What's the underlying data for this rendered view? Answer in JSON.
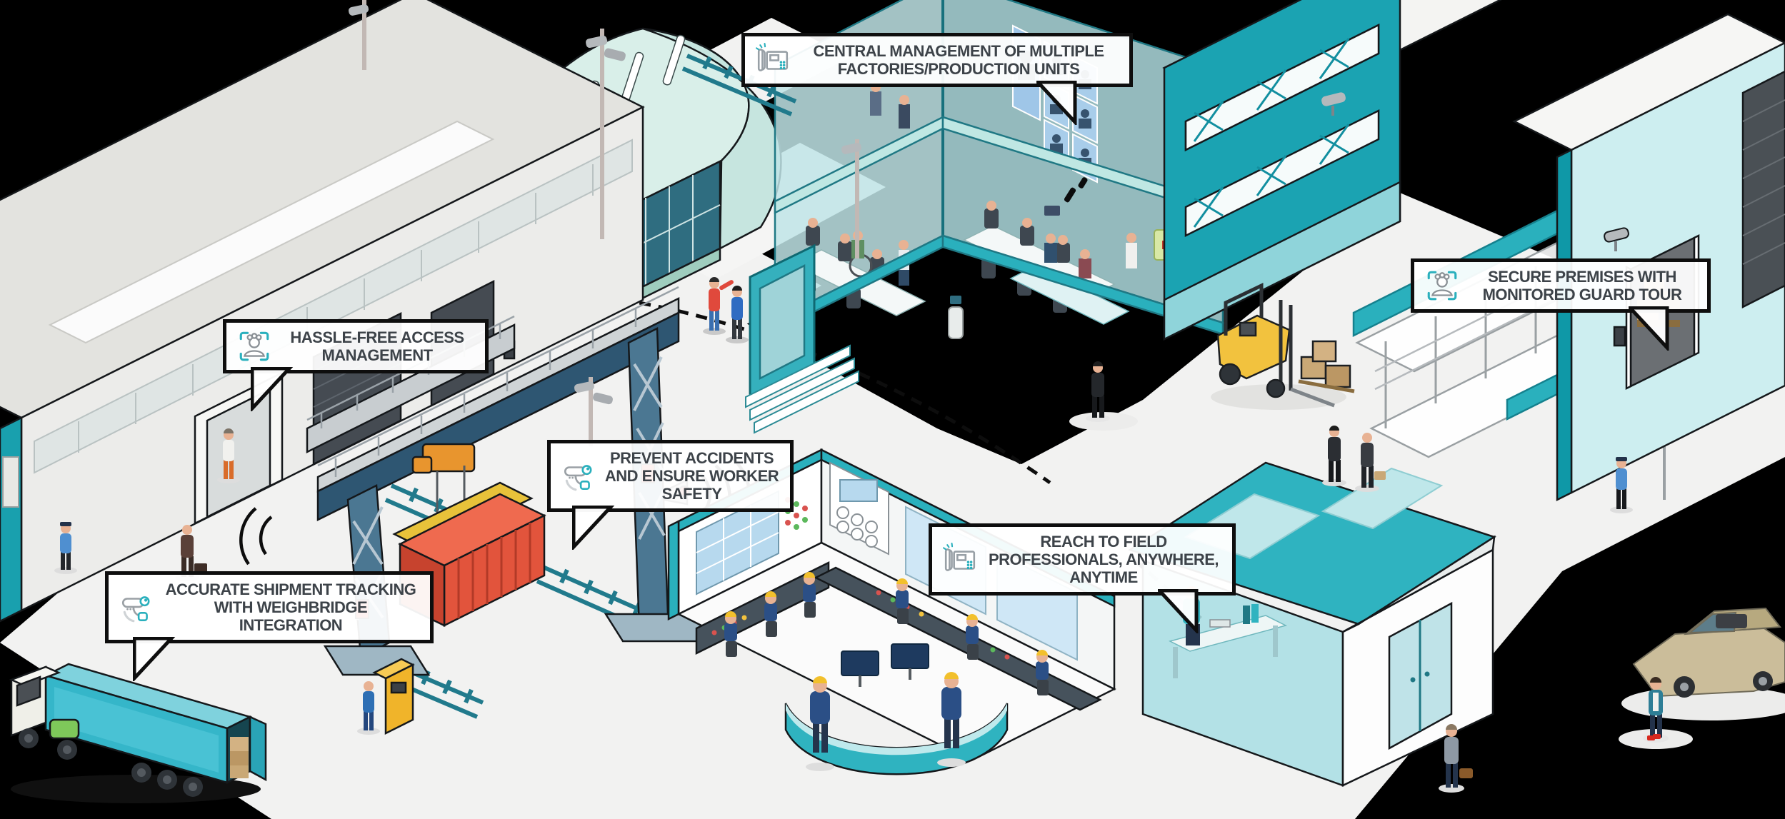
{
  "scene": {
    "background_color": "#000000",
    "ground_color": "#f2f2f1",
    "description_icons": [
      "cctv-camera-icon",
      "desk-phone-icon",
      "face-scan-icon",
      "first-aid-cross-icon",
      "loudspeaker-icon"
    ]
  },
  "palette": {
    "teal": "#2ab0bd",
    "teal_dark": "#128fa0",
    "glass_green": "#d9efe9",
    "steel_blue": "#4b7792",
    "navy_beam": "#2e5672",
    "container_red": "#e2543c",
    "safety_yellow": "#f2c23e",
    "box_brown": "#c9a876",
    "ground": "#f2f2f1",
    "black": "#000000",
    "white": "#ffffff"
  },
  "callouts": [
    {
      "id": "central-management",
      "icon": "desk-phone-icon",
      "text": "CENTRAL MANAGEMENT OF MULTIPLE FACTORIES/PRODUCTION UNITS"
    },
    {
      "id": "secure-premises",
      "icon": "face-scan-icon",
      "text": "SECURE PREMISES WITH MONITORED GUARD TOUR"
    },
    {
      "id": "hassle-free-access",
      "icon": "face-scan-icon",
      "text": "HASSLE-FREE ACCESS MANAGEMENT"
    },
    {
      "id": "prevent-accidents",
      "icon": "cctv-camera-icon",
      "text": "PREVENT ACCIDENTS AND ENSURE WORKER SAFETY"
    },
    {
      "id": "accurate-shipment-tracking",
      "icon": "cctv-camera-icon",
      "text": "ACCURATE SHIPMENT TRACKING WITH WEIGHBRIDGE INTEGRATION"
    },
    {
      "id": "reach-field-professionals",
      "icon": "desk-phone-icon",
      "text": "REACH TO FIELD PROFESSIONALS, ANYWHERE, ANYTIME"
    }
  ]
}
